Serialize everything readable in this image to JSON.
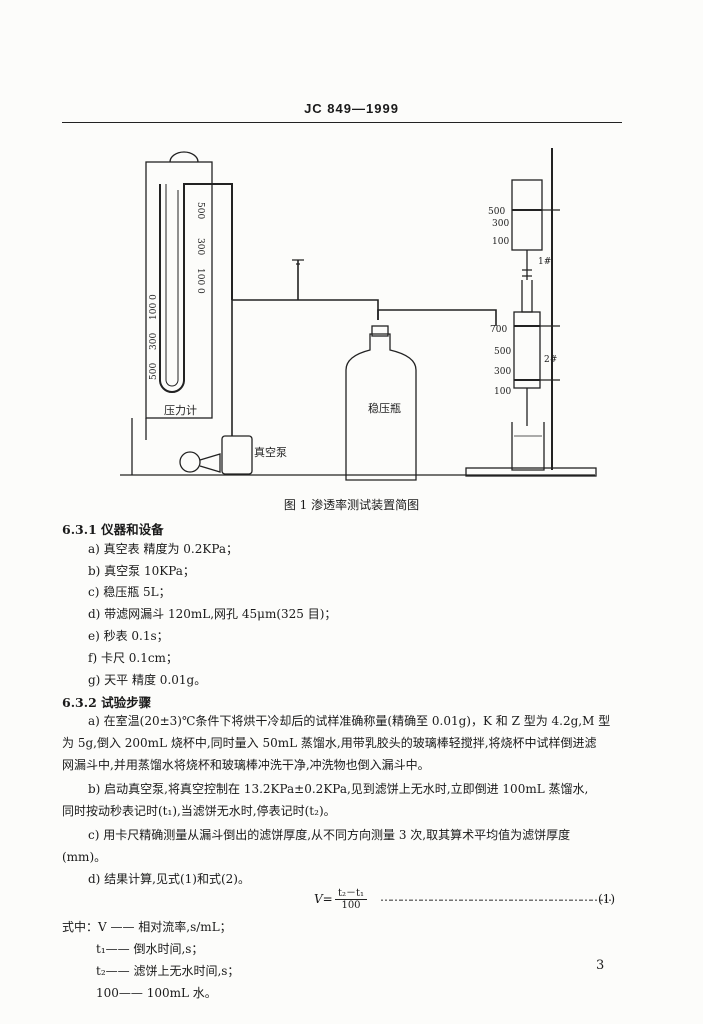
{
  "header": {
    "standard_code": "JC 849—1999"
  },
  "figure": {
    "caption": "图 1   渗透率测试装置简图",
    "labels": {
      "manometer": "压力计",
      "vacuum_pump": "真空泵",
      "stabilizer_bottle": "稳压瓶",
      "funnel_1": "1#",
      "funnel_2": "2#"
    },
    "manometer_scale_right": [
      "500",
      "300",
      "100",
      "0"
    ],
    "manometer_scale_left": [
      "0",
      "100",
      "300",
      "500"
    ],
    "cylinder_top_marks": [
      "500",
      "300",
      "100"
    ],
    "cylinder_bottom_marks": [
      "700",
      "500",
      "300",
      "100"
    ]
  },
  "section_631": {
    "title": "6.3.1  仪器和设备",
    "items": [
      "a) 真空表   精度为 0.2KPa；",
      "b) 真空泵   10KPa；",
      "c) 稳压瓶   5L；",
      "d) 带滤网漏斗   120mL,网孔 45μm(325 目)；",
      "e) 秒表   0.1s；",
      "f) 卡尺   0.1cm；",
      "g) 天平   精度 0.01g。"
    ]
  },
  "section_632": {
    "title": "6.3.2  试验步骤",
    "para_a_1": "a) 在室温(20±3)℃条件下将烘干冷却后的试样准确称量(精确至 0.01g)，K 和 Z 型为 4.2g,M 型",
    "para_a_2": "为 5g,倒入 200mL 烧杯中,同时量入 50mL 蒸馏水,用带乳胶头的玻璃棒轻搅拌,将烧杯中试样倒进滤",
    "para_a_3": "网漏斗中,并用蒸馏水将烧杯和玻璃棒冲洗干净,冲洗物也倒入漏斗中。",
    "para_b_1": "b) 启动真空泵,将真空控制在 13.2KPa±0.2KPa,见到滤饼上无水时,立即倒进 100mL 蒸馏水,",
    "para_b_2": "同时按动秒表记时(t₁),当滤饼无水时,停表记时(t₂)。",
    "para_c_1": "c) 用卡尺精确测量从漏斗倒出的滤饼厚度,从不同方向测量 3 次,取其算术平均值为滤饼厚度",
    "para_c_2": "(mm)。",
    "para_d": "d) 结果计算,见式(1)和式(2)。"
  },
  "formula": {
    "lhs": "V=",
    "numerator": "t₂－t₁",
    "denominator": "100",
    "dots": "……………………………………………………………",
    "number": "(1)"
  },
  "legend": {
    "intro": "式中：V —— 相对流率,s/mL；",
    "t1": "t₁—— 倒水时间,s；",
    "t2": "t₂—— 滤饼上无水时间,s；",
    "v100": "100—— 100mL 水。"
  },
  "page_number": "3"
}
